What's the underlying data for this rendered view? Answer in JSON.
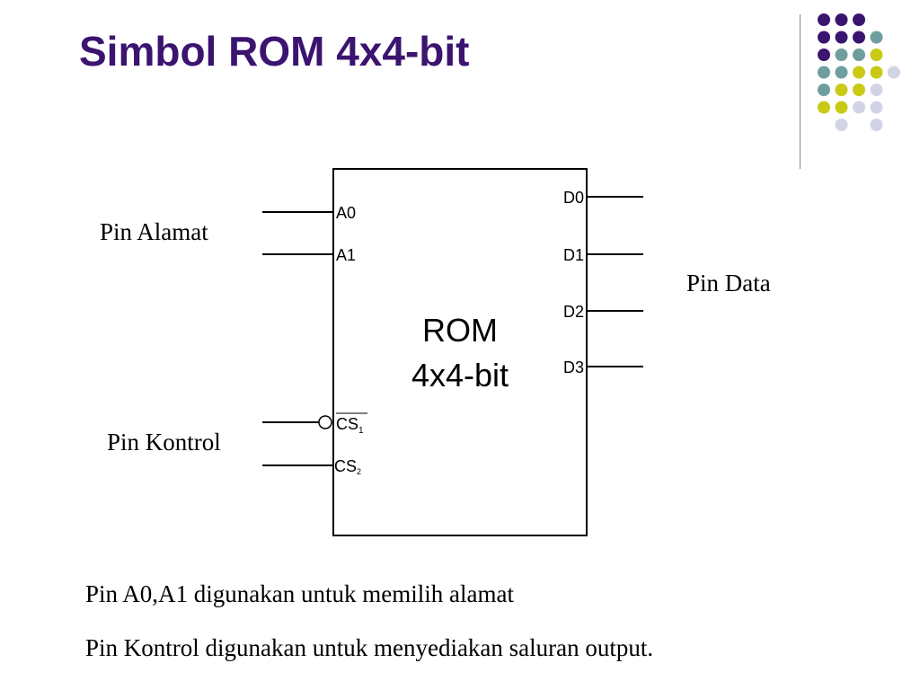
{
  "slide": {
    "title": "Simbol ROM 4x4-bit"
  },
  "diagram": {
    "block_label_line1": "ROM",
    "block_label_line2": "4x4-bit",
    "address_pins": [
      "A0",
      "A1"
    ],
    "data_pins": [
      "D0",
      "D1",
      "D2",
      "D3"
    ],
    "control_pins": [
      {
        "name": "CS",
        "sub": "1",
        "active_low": true
      },
      {
        "name": "CS",
        "sub": "2",
        "active_low": false
      }
    ],
    "group_labels": {
      "address": "Pin Alamat",
      "data": "Pin Data",
      "control": "Pin Kontrol"
    }
  },
  "notes": [
    "Pin A0,A1 digunakan untuk memilih alamat",
    "Pin Kontrol digunakan untuk menyediakan saluran output."
  ],
  "decoration": {
    "dot_colors": {
      "purple": "#3b1470",
      "teal": "#6f9e9e",
      "yellow": "#c9c916",
      "lavender": "#d3d3e6"
    }
  }
}
